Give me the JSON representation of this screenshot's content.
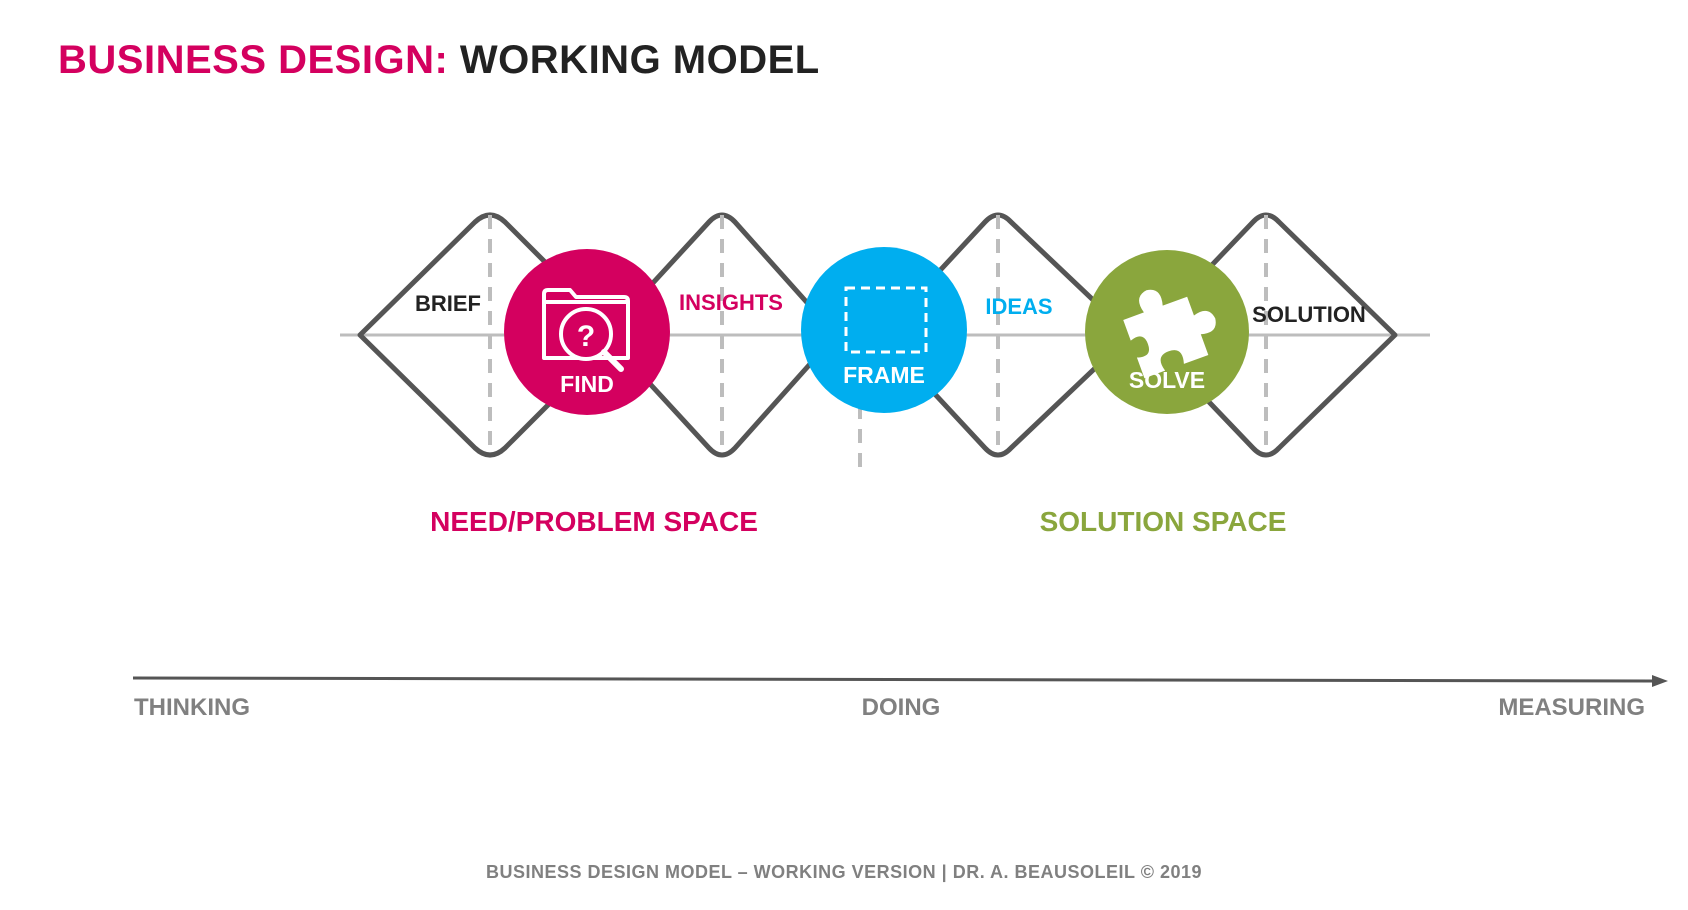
{
  "title": {
    "prefix": "BUSINESS DESIGN:",
    "main": "WORKING MODEL"
  },
  "diamond_labels": {
    "brief": "BRIEF",
    "insights": "INSIGHTS",
    "ideas": "IDEAS",
    "solution": "SOLUTION"
  },
  "circles": {
    "find": {
      "label": "FIND",
      "color": "#d4005f",
      "icon": "folder-question-search-icon"
    },
    "frame": {
      "label": "FRAME",
      "color": "#00aeef",
      "icon": "dashed-frame-icon"
    },
    "solve": {
      "label": "SOLVE",
      "color": "#8aa63d",
      "icon": "puzzle-piece-icon"
    }
  },
  "spaces": {
    "need": {
      "label": "NEED/PROBLEM SPACE",
      "color": "#d4005f"
    },
    "solution": {
      "label": "SOLUTION SPACE",
      "color": "#8aa63d"
    }
  },
  "axis": {
    "left": "THINKING",
    "middle": "DOING",
    "right": "MEASURING"
  },
  "footer": "BUSINESS DESIGN MODEL – WORKING VERSION  |  DR. A. BEAUSOLEIL © 2019",
  "colors": {
    "pink": "#d4005f",
    "blue": "#00aeef",
    "green": "#8aa63d",
    "outline": "#555555",
    "guide": "#bdbdbd",
    "gray_text": "#808080"
  }
}
